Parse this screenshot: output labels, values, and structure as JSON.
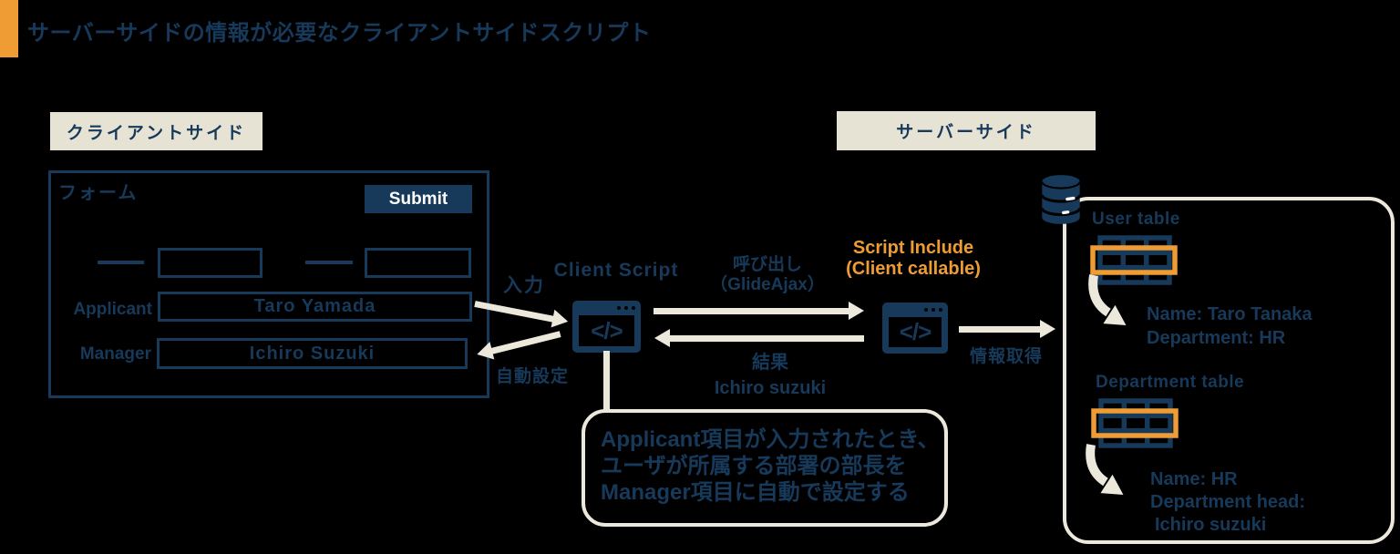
{
  "title": "サーバーサイドの情報が必要なクライアントサイドスクリプト",
  "labels": {
    "client_side": "クライアントサイド",
    "server_side": "サーバーサイド"
  },
  "form": {
    "title": "フォーム",
    "submit": "Submit",
    "fields": [
      {
        "label": "Applicant",
        "value": "Taro Yamada"
      },
      {
        "label": "Manager",
        "value": "Ichiro Suzuki"
      }
    ]
  },
  "client_script": {
    "title": "Client Script",
    "glyph": "</>"
  },
  "script_include": {
    "title": "Script Include",
    "subtitle": "(Client callable)",
    "glyph": "</>"
  },
  "arrows": {
    "input": "入力",
    "autoset": "自動設定",
    "call": "呼び出し",
    "call_sub": "（GlideAjax）",
    "result": "結果",
    "result_value": "Ichiro suzuki",
    "fetch": "情報取得"
  },
  "database": {
    "tables": [
      {
        "name": "User table",
        "record_lines": [
          "Name: Taro Tanaka",
          "Department: HR",
          ""
        ]
      },
      {
        "name": "Department table",
        "record_lines": [
          "Name: HR",
          "Department head:",
          "Ichiro suzuki"
        ]
      }
    ]
  },
  "callout": {
    "lines": [
      "Applicant項目が入力されたとき、",
      "ユーザが所属する部署の部長を",
      "Manager項目に自動で設定する"
    ]
  },
  "colors": {
    "navy": "#17395A",
    "orange": "#EE9C33",
    "beige": "#ECE8DB",
    "label_background": "#E6E3D5",
    "background": "#000000"
  }
}
